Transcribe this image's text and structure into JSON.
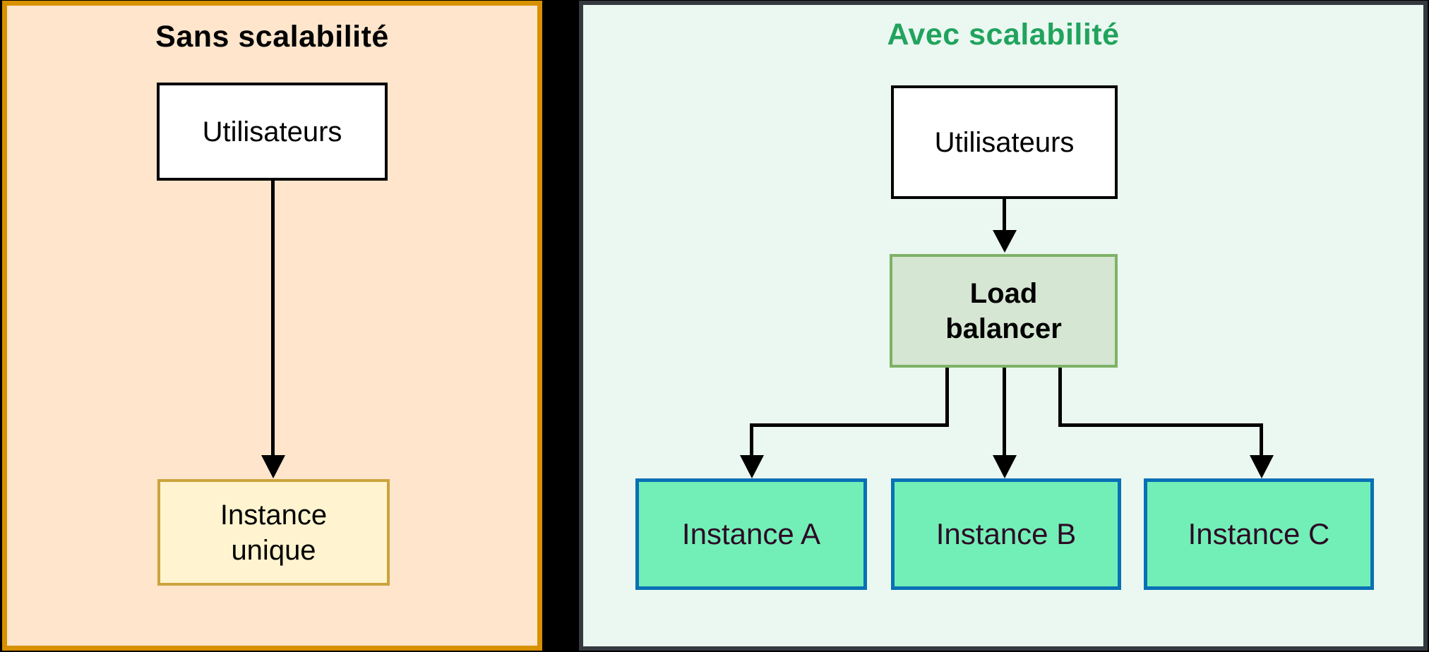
{
  "left_panel": {
    "title": "Sans scalabilité",
    "background": "#FFE5CC",
    "border_color": "#D79100",
    "title_color": "#000000",
    "nodes": {
      "users": "Utilisateurs",
      "instance_unique": "Instance\nunique"
    },
    "node_styles": {
      "users": {
        "fill": "#FFFFFF",
        "stroke": "#000000"
      },
      "instance_unique": {
        "fill": "#FFF4CF",
        "stroke": "#CBA43C"
      }
    }
  },
  "right_panel": {
    "title": "Avec scalabilité",
    "background": "#EBF8F1",
    "border_color": "#33393F",
    "title_color": "#21A35D",
    "nodes": {
      "users": "Utilisateurs",
      "load_balancer": "Load\nbalancer",
      "instances": [
        "Instance A",
        "Instance B",
        "Instance C"
      ]
    },
    "node_styles": {
      "users": {
        "fill": "#FFFFFF",
        "stroke": "#000000"
      },
      "load_balancer": {
        "fill": "#D5E6D2",
        "stroke": "#7FB266",
        "text": "#000000"
      },
      "instances": {
        "fill": "#72EFB6",
        "stroke": "#0A70B4",
        "text": "#2D0A26"
      }
    }
  },
  "connector_color": "#000000",
  "canvas_background": "#000000"
}
